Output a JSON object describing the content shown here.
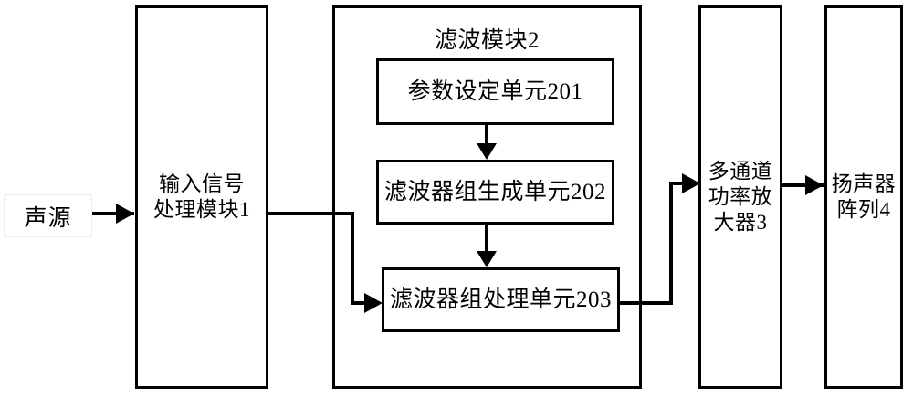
{
  "diagram": {
    "title": "",
    "source": {
      "label": "声源"
    },
    "modules": [
      {
        "id": "input-signal-processing-module",
        "label": "输入信号\n处理模块1"
      },
      {
        "id": "filter-module",
        "label": "滤波模块2"
      },
      {
        "id": "multichannel-power-amplifier",
        "label": "多通道\n功率放\n大器3"
      },
      {
        "id": "loudspeaker-array",
        "label": "扬声器\n阵列4"
      }
    ],
    "units": [
      {
        "id": "parameter-setting-unit",
        "label": "参数设定单元201"
      },
      {
        "id": "filter-bank-generation-unit",
        "label": "滤波器组生成单元202"
      },
      {
        "id": "filter-bank-processing-unit",
        "label": "滤波器组处理单元203"
      }
    ],
    "connections": [
      {
        "from": "声源",
        "to": "输入信号处理模块1"
      },
      {
        "from": "输入信号处理模块1",
        "to": "滤波器组处理单元203"
      },
      {
        "from": "参数设定单元201",
        "to": "滤波器组生成单元202"
      },
      {
        "from": "滤波器组生成单元202",
        "to": "滤波器组处理单元203"
      },
      {
        "from": "滤波器组处理单元203",
        "to": "多通道功率放大器3"
      },
      {
        "from": "多通道功率放大器3",
        "to": "扬声器阵列4"
      }
    ],
    "colors": {
      "stroke": "#000000",
      "background": "#ffffff",
      "text": "#000000"
    }
  }
}
